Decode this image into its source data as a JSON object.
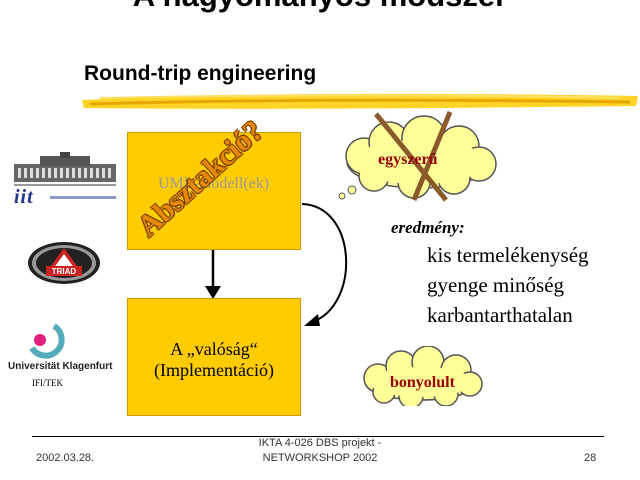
{
  "slide": {
    "title": "A hagyományos módszer",
    "subtitle": "Round-trip engineering"
  },
  "boxes": {
    "top_label": "UML-modell(ek)",
    "bottom_line1": "A „valóság“",
    "bottom_line2": "(Implementáció)"
  },
  "stamp_text": "Absztakció?",
  "clouds": {
    "top": "egyszerű",
    "bottom": "bonyolult"
  },
  "result": {
    "label": "eredmény:",
    "items": [
      "kis termelékenység",
      "gyenge minőség",
      "karbantarthatalan"
    ]
  },
  "logos": {
    "iit": "iit",
    "triad": "TRIAD",
    "klagenfurt": "Universität Klagenfurt",
    "ifi": "IFI/TEK"
  },
  "footer": {
    "date": "2002.03.28.",
    "center_line1": "IKTA 4-026  DBS projekt -",
    "center_line2": "NETWORKSHOP 2002",
    "page": "28"
  },
  "colors": {
    "box_fill": "#ffcc00",
    "cloud_fill": "#ffff99",
    "cloud_text": "#990000",
    "cross": "#8b5a2b",
    "stamp": "#e58a00",
    "brush": "#ffcc00"
  }
}
